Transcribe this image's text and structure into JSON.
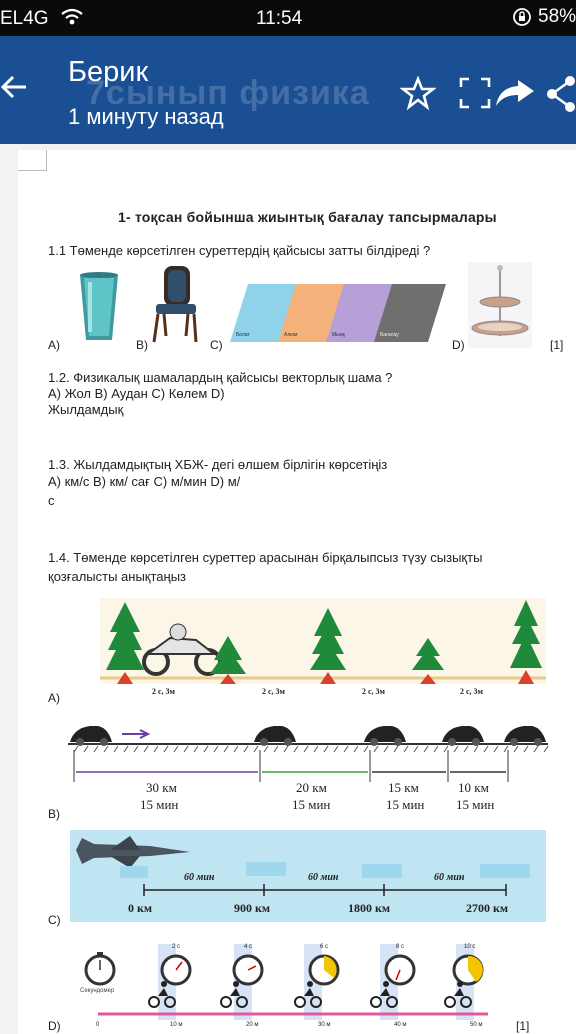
{
  "status_bar": {
    "carrier": "EL4G",
    "time": "11:54",
    "battery": "58%"
  },
  "app_bar": {
    "sender": "Берик",
    "timestamp": "1 минуту назад",
    "ghost_title": "7сынып физика",
    "icons": [
      "back-arrow-icon",
      "star-icon",
      "fullscreen-icon",
      "forward-icon",
      "share-icon"
    ]
  },
  "document": {
    "title": "1- тоқсан бойынша жиынтық бағалау тапсырмалары",
    "q1": {
      "text": "1.1 Төменде көрсетілген суреттердің қайсысы затты білдіреді ?",
      "options": [
        "A)",
        "B)",
        "C)",
        "D)"
      ],
      "score": "[1]",
      "bar_labels": [
        "Болат",
        "Алюм",
        "Мыңқ",
        "Бағалау"
      ]
    },
    "q2": {
      "text": "1.2. Физикалық шамалардың қайсысы векторлық шама ?",
      "line1": "А) Жол В) Аудан С) Көлем D)",
      "line2": "Жылдамдық"
    },
    "q3": {
      "text": "1.3. Жылдамдықтың ХБЖ- дегі өлшем бірлігін көрсетіңіз",
      "line1": "А) км/с В) км/ сағ С) м/мин D) м/",
      "line2": "с"
    },
    "q4": {
      "text_line1": "1.4. Төменде көрсетілген суреттер арасынан бірқалыпсыз түзу сызықты",
      "text_line2": "қозғалысты анықтаңыз",
      "a": {
        "label": "A)",
        "intervals": [
          "2 с, 3м",
          "2 с, 3м",
          "2 с, 3м",
          "2 с, 3м"
        ]
      },
      "b": {
        "label": "B)",
        "distances": [
          "30 км",
          "20 км",
          "15 км",
          "10 км"
        ],
        "times": [
          "15 мин",
          "15 мин",
          "15 мин",
          "15 мин"
        ]
      },
      "c": {
        "label": "C)",
        "times": [
          "60 мин",
          "60 мин",
          "60 мин"
        ],
        "distances": [
          "0 км",
          "900 км",
          "1800 км",
          "2700 км"
        ]
      },
      "d": {
        "label": "D)",
        "times": [
          "2 с",
          "4 с",
          "6 с",
          "8 с",
          "10 с"
        ],
        "caption": "Секундомер",
        "distances": [
          "0",
          "10 м",
          "20 м",
          "30 м",
          "40 м",
          "50 м"
        ]
      },
      "score": "[1]"
    }
  },
  "colors": {
    "app_bar": "#1b4f93",
    "status_bar": "#0a0a0a",
    "tree": "#1e8a3a",
    "cone": "#d9412a"
  }
}
